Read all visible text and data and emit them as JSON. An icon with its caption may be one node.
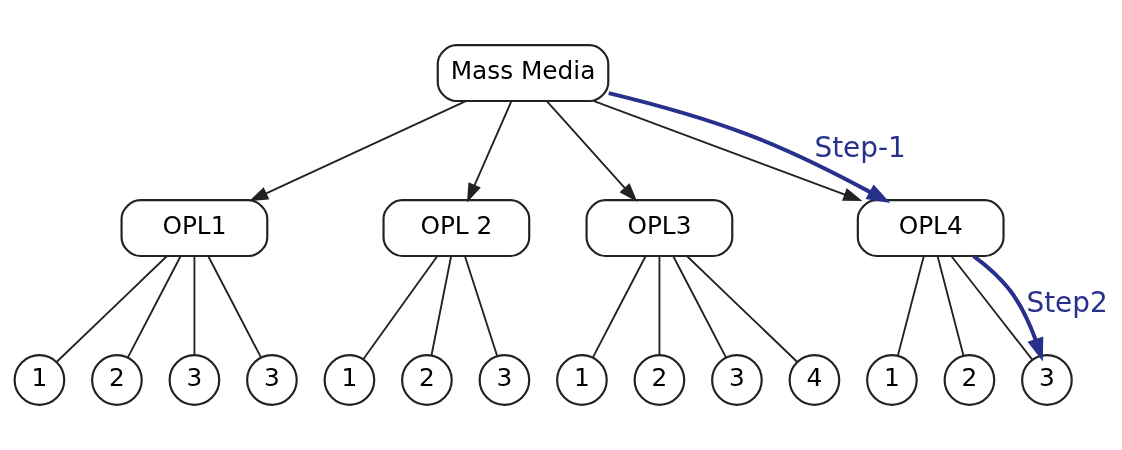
{
  "diagram": {
    "nodes": [
      {
        "text": [
          "Mass Media"
        ]
      },
      {
        "text": [
          "OPL1"
        ]
      },
      {
        "text": [
          "OPL 2"
        ]
      },
      {
        "text": [
          "OPL3"
        ]
      },
      {
        "text": [
          "OPL4"
        ]
      },
      {
        "text": [
          "1"
        ]
      },
      {
        "text": [
          "2"
        ]
      },
      {
        "text": [
          "3"
        ]
      },
      {
        "text": [
          "3"
        ]
      },
      {
        "text": [
          "1"
        ]
      },
      {
        "text": [
          "2"
        ]
      },
      {
        "text": [
          "3"
        ]
      },
      {
        "text": [
          "1"
        ]
      },
      {
        "text": [
          "2"
        ]
      },
      {
        "text": [
          "3"
        ]
      },
      {
        "text": [
          "4"
        ]
      },
      {
        "text": [
          "1"
        ]
      },
      {
        "text": [
          "2"
        ]
      },
      {
        "text": [
          "3"
        ]
      }
    ],
    "edges": [
      {
        "from": 0,
        "to": 1,
        "arrow": "to"
      },
      {
        "from": 0,
        "to": 2,
        "arrow": "to"
      },
      {
        "from": 0,
        "to": 3,
        "arrow": "to"
      },
      {
        "from": 0,
        "to": 4,
        "arrow": "to"
      },
      {
        "from": 1,
        "to": 5,
        "arrow": "none"
      },
      {
        "from": 1,
        "to": 6,
        "arrow": "none"
      },
      {
        "from": 1,
        "to": 7,
        "arrow": "none"
      },
      {
        "from": 1,
        "to": 8,
        "arrow": "none"
      },
      {
        "from": 2,
        "to": 9,
        "arrow": "none"
      },
      {
        "from": 2,
        "to": 10,
        "arrow": "none"
      },
      {
        "from": 2,
        "to": 11,
        "arrow": "none"
      },
      {
        "from": 3,
        "to": 12,
        "arrow": "none"
      },
      {
        "from": 3,
        "to": 13,
        "arrow": "none"
      },
      {
        "from": 3,
        "to": 14,
        "arrow": "none"
      },
      {
        "from": 3,
        "to": 15,
        "arrow": "none"
      },
      {
        "from": 4,
        "to": 16,
        "arrow": "none"
      },
      {
        "from": 4,
        "to": 17,
        "arrow": "none"
      },
      {
        "from": 4,
        "to": 18,
        "arrow": "none"
      },
      {
        "from": 0,
        "to": 4,
        "arrow": "to",
        "label": "Step-1",
        "style": "thick",
        "color": "#27308a"
      },
      {
        "from": 4,
        "to": 18,
        "arrow": "to",
        "label": "Step2",
        "style": "thick",
        "color": "#27308a"
      }
    ]
  }
}
